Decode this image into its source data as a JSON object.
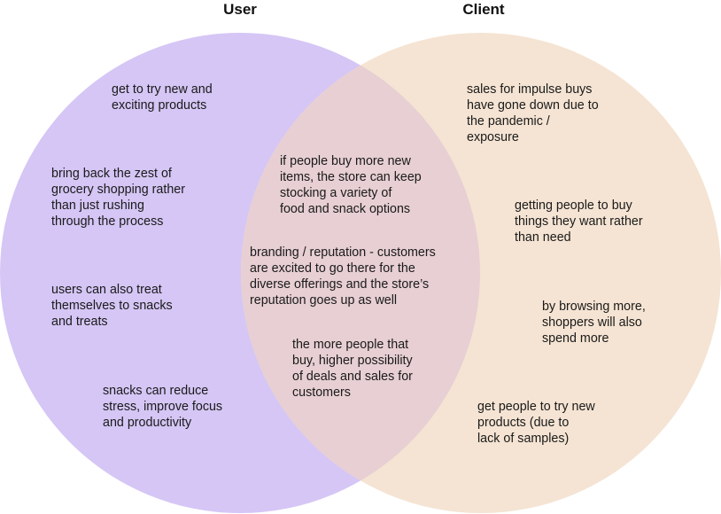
{
  "colors": {
    "user_circle": "#d5c6f5",
    "client_circle": "#f5e4d3",
    "overlap": "#e7cfd3",
    "text": "#1a1a1a"
  },
  "sets": {
    "user": {
      "title": "User"
    },
    "client": {
      "title": "Client"
    }
  },
  "regions": {
    "user_only": [
      "get to try new and\nexciting products",
      "bring back the zest of\ngrocery shopping rather\nthan just rushing\nthrough the process",
      "users can also treat\nthemselves to snacks\nand treats",
      "snacks can reduce\nstress, improve focus\nand productivity"
    ],
    "both": [
      "if people buy more new\nitems, the store can keep\nstocking a variety of\nfood and snack options",
      "branding / reputation - customers\nare excited to go there for the\ndiverse offerings and the store’s\nreputation goes up as well",
      "the more people that\nbuy, higher possibility\nof deals and sales for\ncustomers"
    ],
    "client_only": [
      "sales for impulse buys\nhave gone down due to\nthe pandemic /\nexposure",
      "getting people to buy\nthings they want rather\nthan need",
      "by browsing more,\nshoppers will also\nspend more",
      "get people to try new\nproducts (due to\nlack of samples)"
    ]
  }
}
